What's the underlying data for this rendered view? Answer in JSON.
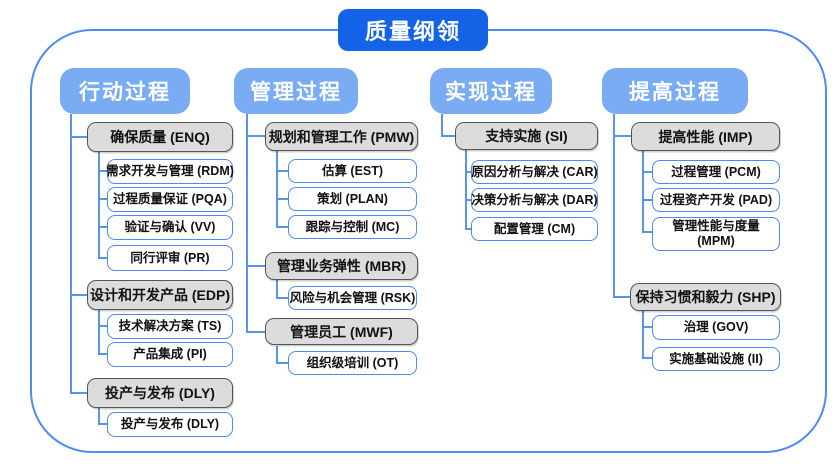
{
  "title": "质量纲领",
  "palette": {
    "title_bg": "#1463e6",
    "header_bg": "#7aacf3",
    "header_text": "#ffffff",
    "group_bg": "#dcdcdc",
    "group_border": "#555555",
    "leaf_border": "#4d8bf0",
    "connector": "#5b93e8",
    "frame_border": "#4e8cf5",
    "text": "#111111"
  },
  "columns": [
    {
      "label": "行动过程",
      "groups": [
        {
          "label": "确保质量 (ENQ)",
          "children": [
            "需求开发与管理 (RDM)",
            "过程质量保证 (PQA)",
            "验证与确认 (VV)",
            "同行评审 (PR)"
          ]
        },
        {
          "label": "设计和开发产品 (EDP)",
          "children": [
            "技术解决方案 (TS)",
            "产品集成 (PI)"
          ]
        },
        {
          "label": "投产与发布 (DLY)",
          "children": [
            "投产与发布 (DLY)"
          ]
        }
      ]
    },
    {
      "label": "管理过程",
      "groups": [
        {
          "label": "规划和管理工作 (PMW)",
          "children": [
            "估算 (EST)",
            "策划 (PLAN)",
            "跟踪与控制 (MC)"
          ]
        },
        {
          "label": "管理业务弹性 (MBR)",
          "children": [
            "风险与机会管理 (RSK)"
          ]
        },
        {
          "label": "管理员工 (MWF)",
          "children": [
            "组织级培训 (OT)"
          ]
        }
      ]
    },
    {
      "label": "实现过程",
      "groups": [
        {
          "label": "支持实施 (SI)",
          "children": [
            "原因分析与解决 (CAR)",
            "决策分析与解决 (DAR)",
            "配置管理 (CM)"
          ]
        }
      ]
    },
    {
      "label": "提高过程",
      "groups": [
        {
          "label": "提高性能 (IMP)",
          "children": [
            "过程管理 (PCM)",
            "过程资产开发 (PAD)",
            "管理性能与度量 (MPM)"
          ]
        },
        {
          "label": "保持习惯和毅力 (SHP)",
          "children": [
            "治理 (GOV)",
            "实施基础设施 (II)"
          ]
        }
      ]
    }
  ]
}
